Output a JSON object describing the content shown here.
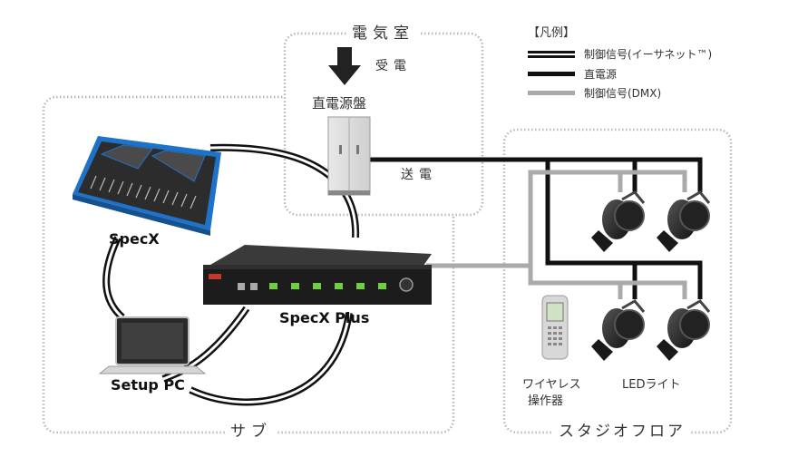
{
  "rooms": {
    "electric_room": "電気室",
    "sub": "サブ",
    "studio_floor": "スタジオフロア"
  },
  "labels": {
    "receive_power": "受電",
    "dc_panel": "直電源盤",
    "send_power": "送電",
    "specx": "SpecX",
    "specx_plus": "SpecX Plus",
    "setup_pc": "Setup PC",
    "wireless_line1": "ワイヤレス",
    "wireless_line2": "操作器",
    "led_light": "LEDライト"
  },
  "legend": {
    "title": "【凡例】",
    "items": [
      {
        "label": "制御信号(イーサネット™)",
        "style": "double",
        "color": "#111111"
      },
      {
        "label": "直電源",
        "style": "solid",
        "color": "#111111"
      },
      {
        "label": "制御信号(DMX)",
        "style": "solid",
        "color": "#aaaaaa"
      }
    ]
  },
  "colors": {
    "ethernet": "#111111",
    "dc_power": "#111111",
    "dmx": "#aaaaaa",
    "room_border": "#b5b5b5"
  }
}
